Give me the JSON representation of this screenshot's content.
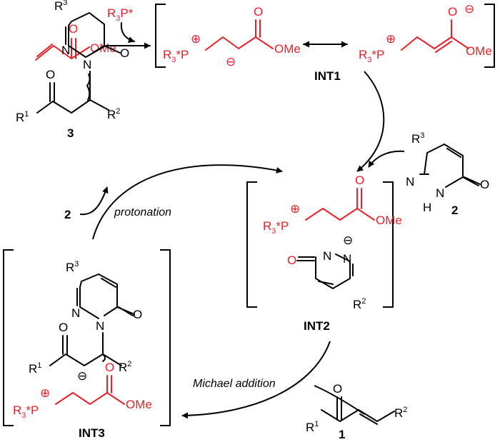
{
  "catalyst": {
    "r": "R",
    "sub": "3",
    "p": "P*"
  },
  "ester": {
    "o": "O",
    "ome": "OMe"
  },
  "phosphonium": {
    "r": "R",
    "sub": "3",
    "star": "*",
    "p": "P",
    "plus": "⊕"
  },
  "anion": {
    "minus": "⊖"
  },
  "int1": {
    "label": "INT1"
  },
  "int2": {
    "label": "INT2"
  },
  "int3": {
    "label": "INT3"
  },
  "pyridazinone": {
    "compound_label": "2",
    "nitrogen": "N",
    "nh": "H",
    "oxygen": "O",
    "substituent": {
      "r": "R",
      "sup": "3"
    }
  },
  "enone": {
    "compound_label": "1",
    "oxygen": "O",
    "r1": {
      "r": "R",
      "sup": "1"
    },
    "r2": {
      "r": "R",
      "sup": "2"
    }
  },
  "product": {
    "compound_label": "3",
    "reagent_label": "2"
  },
  "steps": {
    "michael": "Michael addition",
    "protonation": "protonation"
  }
}
